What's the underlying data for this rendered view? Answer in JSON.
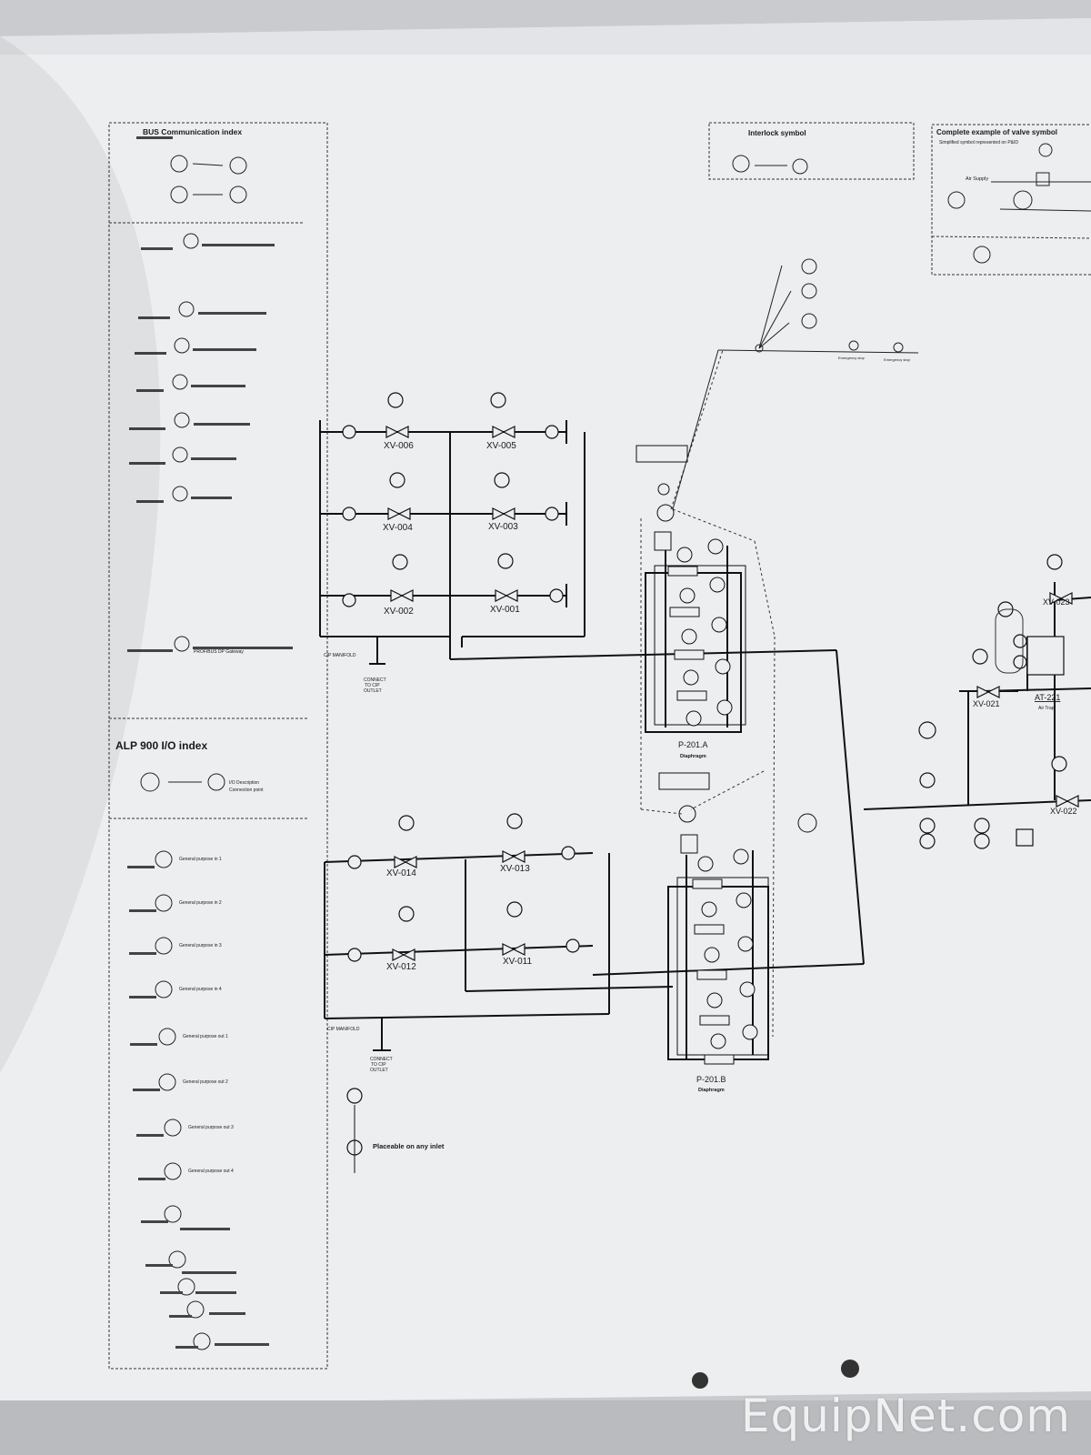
{
  "legend": {
    "bus_title": "BUS Communication index",
    "io_title": "ALP 900 I/O index",
    "io_entries": [
      "General purpose in 1",
      "General purpose in 2",
      "General purpose in 3",
      "General purpose in 4",
      "General purpose out 1",
      "General purpose out 2",
      "General purpose out 3",
      "General purpose out 4"
    ],
    "profibus_label": "PROFIBUS DP Gateway",
    "io_description": "I/O Description",
    "connection_point": "Connection point"
  },
  "interlock": {
    "title": "Interlock symbol"
  },
  "valve_example": {
    "title": "Complete example of valve symbol",
    "subtitle": "Simplified symbol represented on P&ID",
    "air_supply": "Air Supply"
  },
  "valves": {
    "top": [
      "XV-006",
      "XV-005",
      "XV-004",
      "XV-003",
      "XV-002",
      "XV-001"
    ],
    "bottom": [
      "XV-014",
      "XV-013",
      "XV-012",
      "XV-011"
    ],
    "right": [
      "XV-023",
      "XV-021",
      "XV-022"
    ]
  },
  "pumps": {
    "a_label": "P-201.A",
    "a_sub": "Diaphragm",
    "b_label": "P-201.B",
    "b_sub": "Diaphragm"
  },
  "air_trap": {
    "label": "AT-221",
    "sub": "Air Trap"
  },
  "cip": {
    "manifold": "CIP MANIFOLD",
    "connect_line1": "CONNECT",
    "connect_line2": "TO CIP",
    "connect_line3": "OUTLET"
  },
  "placeable": "Placeable on any inlet",
  "emergency": [
    "Emergency stop",
    "Emergency stop"
  ],
  "watermark": "EquipNet.com",
  "colors": {
    "paper": "#eceef0",
    "ink": "#1c1c1c",
    "background": "#c9cbcf"
  }
}
